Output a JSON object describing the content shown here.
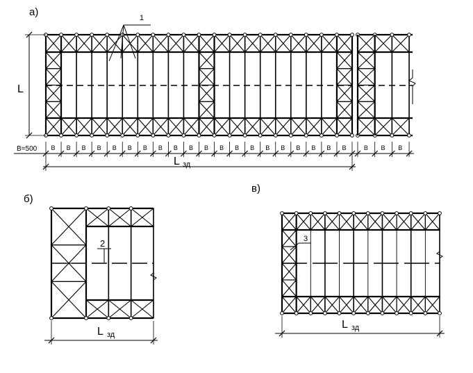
{
  "labels": {
    "panel_a": "а)",
    "panel_b": "б)",
    "panel_c": "в)",
    "callout_1": "1",
    "callout_2": "2",
    "callout_3": "3",
    "dim_L": "L",
    "dim_B_label": "B=500",
    "bay_label": "B",
    "dim_Lzd_main": "L",
    "dim_Lzd_sub": "зд"
  },
  "diagram": {
    "panel_a_bay_count": 20,
    "panel_a_extra_bay_count": 3,
    "panel_b_bay_count": 3,
    "panel_c_bay_count": 11,
    "line_color": "#000000",
    "background": "#ffffff"
  }
}
